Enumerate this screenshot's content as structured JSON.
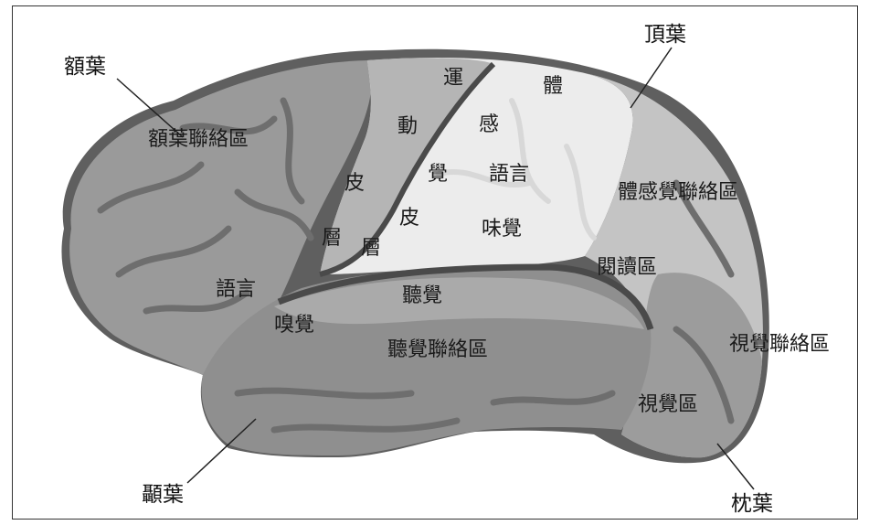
{
  "diagram": {
    "lobes": {
      "frontal": "額葉",
      "parietal": "頂葉",
      "temporal": "顳葉",
      "occipital": "枕葉"
    },
    "areas": {
      "frontal_association": "額葉聯絡區",
      "motor_1": "運",
      "motor_2": "動",
      "motor_3": "皮",
      "motor_4": "層",
      "somato_1": "體",
      "somato_2": "感",
      "somato_3": "覺",
      "somato_4": "皮",
      "somato_5": "層",
      "language_right": "語言",
      "taste": "味覺",
      "somato_association": "體感覺聯絡區",
      "reading": "閱讀區",
      "language_left": "語言",
      "smell": "嗅覺",
      "hearing": "聽覺",
      "auditory_association": "聽覺聯絡區",
      "visual_association": "視覺聯絡區",
      "visual": "視覺區"
    },
    "colors": {
      "cortex_dark": "#5f5f5f",
      "cortex_mid": "#9a9a9a",
      "cortex_light": "#c4c4c4",
      "sensory_highlight": "#ececec",
      "temporal": "#8f8f8f",
      "temporal_light": "#aaaaaa"
    }
  }
}
